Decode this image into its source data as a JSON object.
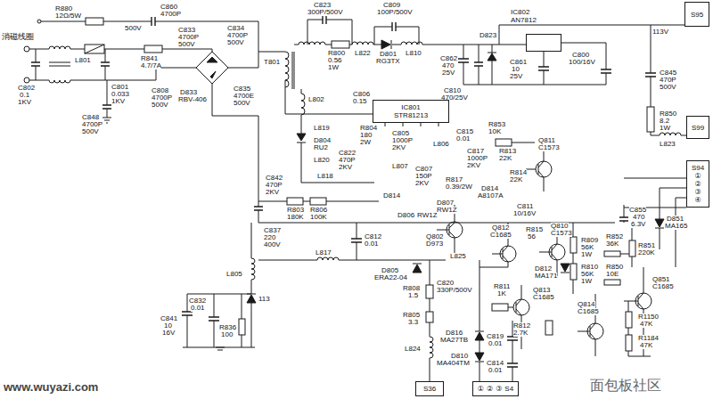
{
  "diagram": {
    "nodes": [
      {
        "text": [
          "IC801",
          "STR81213"
        ]
      },
      {
        "text": [
          "IC802",
          "AN7812"
        ]
      },
      {
        "text": [
          "S95"
        ]
      },
      {
        "text": [
          "S99"
        ]
      },
      {
        "text": [
          "S94",
          "①",
          "②",
          "③",
          "④"
        ]
      },
      {
        "text": [
          "S36"
        ]
      },
      {
        "text": [
          "①",
          "②",
          "③",
          "S4"
        ]
      }
    ],
    "labels": [
      "消磁线圈",
      "R880",
      "12Ω/5W",
      "C860",
      "4700P",
      "500V",
      "R841",
      "4.7/7A",
      "C833",
      "4700P",
      "500V",
      "C834",
      "4700P",
      "500V",
      "C823",
      "300P/500V",
      "C809",
      "100P/500V",
      "R800",
      "0.56",
      "1W",
      "L822",
      "D801",
      "RG3TX",
      "L810",
      "C862",
      "470",
      "25V",
      "D823",
      "C810",
      "470/25V",
      "C861",
      "10",
      "25V",
      "C800",
      "100/16V",
      "113V",
      "C845",
      "470P",
      "500V",
      "R850",
      "8.2",
      "1W",
      "L823",
      "L801",
      "C802",
      "0.1",
      "1KV",
      "C801",
      "0.033",
      "1KV",
      "C848",
      "4700P",
      "500V",
      "C808",
      "4700P",
      "500V",
      "D833",
      "RBV-406",
      "C835",
      "4700E",
      "500V",
      "T801",
      "L802",
      "L819",
      "D804",
      "RU2",
      "L820",
      "L818",
      "C806",
      "0.15",
      "C805",
      "1000P",
      "2KV",
      "C822",
      "470P",
      "2KV",
      "R804",
      "180",
      "2W",
      "C842",
      "470P",
      "2KV",
      "R803",
      "180K",
      "R806",
      "100K",
      "D814",
      "D806",
      "RW1Z",
      "D807",
      "RW1Z",
      "L807",
      "L806",
      "C807",
      "150P",
      "2KV",
      "R817",
      "0.39/2W",
      "C815",
      "0.01",
      "C817",
      "1000P",
      "2KV",
      "R853",
      "10K",
      "Q811",
      "C1573",
      "R813",
      "22K",
      "R814",
      "22K",
      "D814",
      "A8107A",
      "Q802",
      "D973",
      "C811",
      "10/16V",
      "C837",
      "220",
      "400V",
      "C812",
      "0.01",
      "L817",
      "L825",
      "D805",
      "ERA22-04",
      "C820",
      "330P/500V",
      "R808",
      "1.5",
      "R805",
      "3.3",
      "L824",
      "D816",
      "MA27TB",
      "C819",
      "0.01",
      "D810",
      "MA404TM",
      "C814",
      "0.01",
      "L805",
      "113",
      "C832",
      "0.01",
      "C841",
      "10",
      "16V",
      "R836",
      "100",
      "Q812",
      "C1685",
      "R815",
      "56",
      "Q810",
      "C1573",
      "D812",
      "MA171",
      "R811",
      "1K",
      "Q813",
      "C1685",
      "R812",
      "2.7K",
      "R809",
      "56K",
      "1W",
      "R810",
      "56K",
      "1W",
      "R852",
      "36K",
      "R850",
      "10E",
      "C855",
      "470",
      "6.3V",
      "D851",
      "MA165",
      "R851",
      "220K",
      "Q851",
      "C1685",
      "Q814",
      "C1685",
      "R1150",
      "47K",
      "R1184",
      "47K",
      "www.wuyazi.com",
      "面包板社区"
    ]
  }
}
